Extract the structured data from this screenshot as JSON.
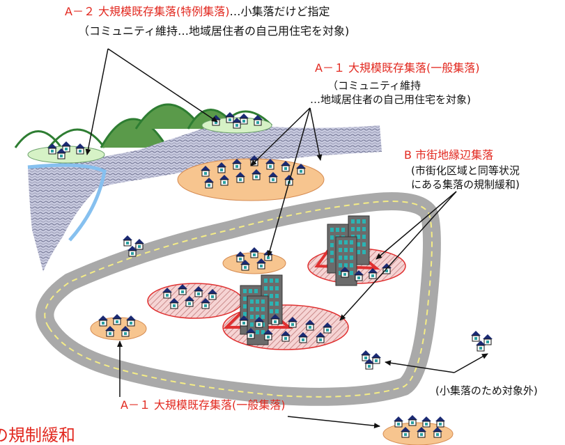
{
  "labels": {
    "a2_title": "A－２ 大規模既存集落(特例集落)",
    "a2_tail": "…小集落だけど指定",
    "a2_note": "（コミュニティ維持…地域居住者の自己用住宅を対象)",
    "a1_top_title": "A－１ 大規模既存集落(一般集落)",
    "a1_top_note1": "（コミュニティ維持",
    "a1_top_note2": "…地域居住者の自己用住宅を対象)",
    "b_title": "B 市街地縁辺集落",
    "b_note1": "(市街化区域と同等状況",
    "b_note2": "にある集落の規制緩和)",
    "a1_bottom_title": "A－１ 大規模既存集落(一般集落)",
    "small_note": "(小集落のため対象外)",
    "footer_partial": "の規制緩和"
  },
  "colors": {
    "label_red": "#e2281f",
    "settlement_orange": "#f7c58f",
    "settlement_green": "#d6f2c6",
    "hill_green": "#2e7d32",
    "road_gray": "#a9a9a9",
    "road_line": "#f4ec86",
    "river_blue": "#86c0ef",
    "edge_red": "#e03030"
  }
}
